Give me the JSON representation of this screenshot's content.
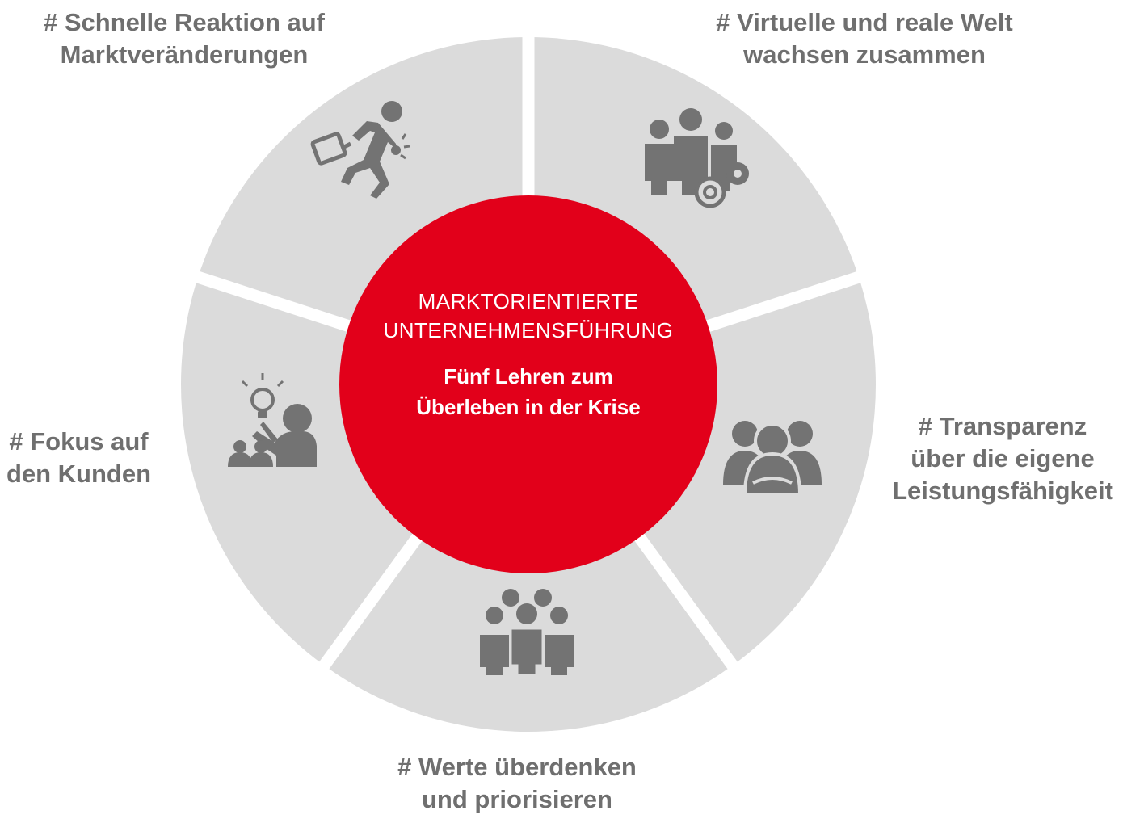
{
  "colors": {
    "ring": "#dbdbdb",
    "separator": "#ffffff",
    "center": "#e2001a",
    "icon": "#737373",
    "label": "#6f6f6f",
    "center_text": "#ffffff"
  },
  "center": {
    "title_line1": "MARKTORIENTIERTE",
    "title_line2": "UNTERNEHMENSFÜHRUNG",
    "subtitle_line1": "Fünf Lehren zum",
    "subtitle_line2": "Überleben in der Krise"
  },
  "segments": [
    {
      "id": "schnelle-reaktion",
      "icon": "running-person-icon",
      "lines": [
        "# Schnelle Reaktion auf",
        "Marktveränderungen"
      ]
    },
    {
      "id": "virtuelle-reale-welt",
      "icon": "team-gears-icon",
      "lines": [
        "# Virtuelle und reale Welt",
        "wachsen zusammen"
      ]
    },
    {
      "id": "transparenz",
      "icon": "team-crossed-arms-icon",
      "lines": [
        "# Transparenz",
        "über die eigene",
        "Leistungsfähigkeit"
      ]
    },
    {
      "id": "werte",
      "icon": "group-of-people-icon",
      "lines": [
        "# Werte überdenken",
        "und priorisieren"
      ]
    },
    {
      "id": "fokus-kunden",
      "icon": "presenter-idea-icon",
      "lines": [
        "# Fokus auf",
        "den Kunden"
      ]
    }
  ]
}
